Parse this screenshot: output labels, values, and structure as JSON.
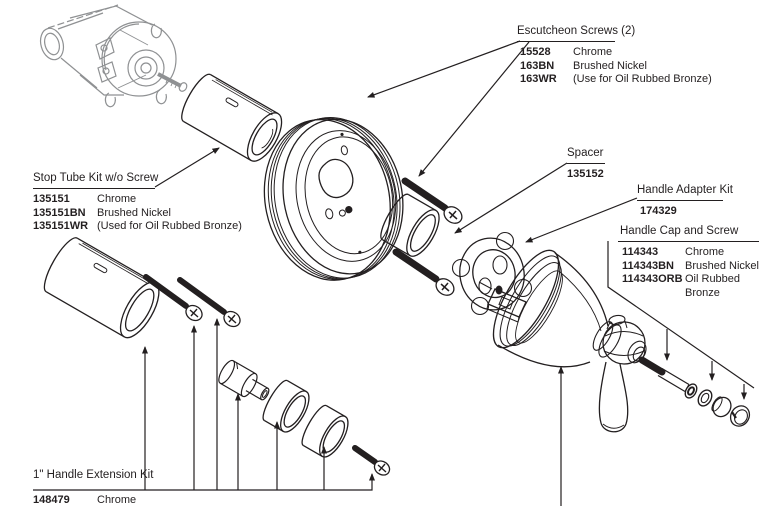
{
  "diagram_title": "Shower valve trim exploded parts diagram",
  "colors": {
    "line": "#231f20",
    "valve_gray": "#8f9193",
    "background": "#ffffff"
  },
  "stop_tube_kit": {
    "title": "Stop Tube Kit w/o Screw",
    "parts": [
      {
        "num": "135151",
        "finish": "Chrome"
      },
      {
        "num": "135151BN",
        "finish": "Brushed Nickel"
      },
      {
        "num": "135151WR",
        "finish": "(Used for Oil Rubbed Bronze)"
      }
    ]
  },
  "escutcheon_screws": {
    "title": "Escutcheon Screws (2)",
    "parts": [
      {
        "num": "15528",
        "finish": "Chrome"
      },
      {
        "num": "163BN",
        "finish": "Brushed Nickel"
      },
      {
        "num": "163WR",
        "finish": "(Use for Oil Rubbed Bronze)"
      }
    ]
  },
  "spacer": {
    "title": "Spacer",
    "num": "135152"
  },
  "handle_adapter_kit": {
    "title": "Handle Adapter Kit",
    "num": "174329"
  },
  "handle_cap_screw": {
    "title": "Handle Cap and Screw",
    "parts": [
      {
        "num": "114343",
        "finish": "Chrome"
      },
      {
        "num": "114343BN",
        "finish": "Brushed Nickel"
      },
      {
        "num": "114343ORB",
        "finish": "Oil Rubbed Bronze"
      }
    ]
  },
  "handle_extension_kit": {
    "title": "1\" Handle Extension Kit",
    "parts": [
      {
        "num": "148479",
        "finish": "Chrome"
      }
    ]
  }
}
